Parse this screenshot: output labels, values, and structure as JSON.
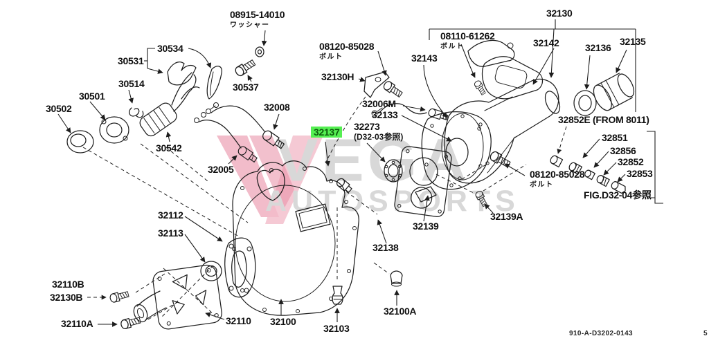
{
  "title": "Transmission case exploded parts diagram",
  "watermark": {
    "logo": "vega-v-logo",
    "brand_line1": "VEGA",
    "brand_line2": "AUTOSPORTS",
    "pink": "#efb3c2",
    "gray": "#d8d8d8"
  },
  "highlight": {
    "part": "32137",
    "color": "#55ef52"
  },
  "footer": {
    "doc_code": "910-A-D3202-0143",
    "page": "5"
  },
  "labels": [
    {
      "text": "08915-14010",
      "sub": "ワッシャー"
    },
    {
      "text": "30534"
    },
    {
      "text": "30531"
    },
    {
      "text": "30514"
    },
    {
      "text": "30501"
    },
    {
      "text": "30502"
    },
    {
      "text": "30542"
    },
    {
      "text": "30537"
    },
    {
      "text": "32008"
    },
    {
      "text": "32005"
    },
    {
      "text": "08120-85028",
      "sub": "ボルト"
    },
    {
      "text": "32130H"
    },
    {
      "text": "32143"
    },
    {
      "text": "08110-61262",
      "sub": "ボルト"
    },
    {
      "text": "32130"
    },
    {
      "text": "32142"
    },
    {
      "text": "32136"
    },
    {
      "text": "32135"
    },
    {
      "text": "32006M"
    },
    {
      "text": "32133"
    },
    {
      "text": "32137"
    },
    {
      "text": "32273",
      "sub": "(D32-03参照)"
    },
    {
      "text": "32852E (FROM 8011)"
    },
    {
      "text": "32851"
    },
    {
      "text": "32856"
    },
    {
      "text": "32852"
    },
    {
      "text": "32853"
    },
    {
      "text": "08120-85028",
      "sub": "ボルト"
    },
    {
      "text": "FIG.D32-04参照"
    },
    {
      "text": "32112"
    },
    {
      "text": "32113"
    },
    {
      "text": "32110B"
    },
    {
      "text": "32130B"
    },
    {
      "text": "32110A"
    },
    {
      "text": "32110"
    },
    {
      "text": "32100"
    },
    {
      "text": "32103"
    },
    {
      "text": "32100A"
    },
    {
      "text": "32139"
    },
    {
      "text": "32139A"
    },
    {
      "text": "32138"
    }
  ]
}
